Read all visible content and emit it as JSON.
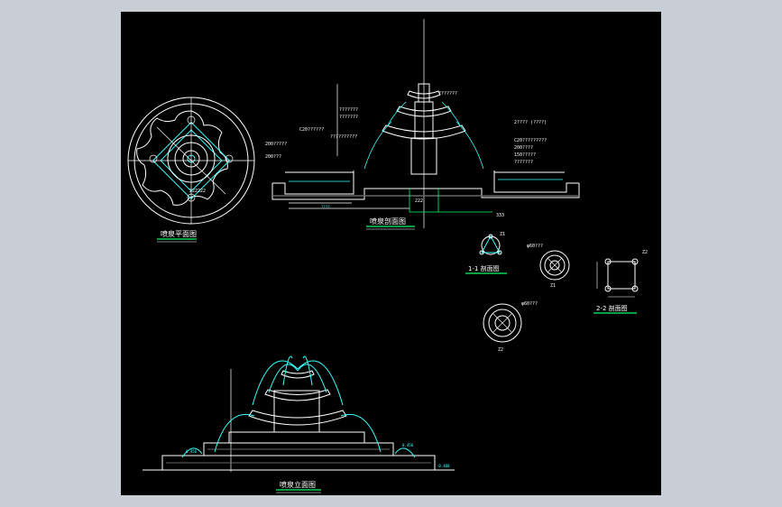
{
  "colors": {
    "background_outer": "#c9ced6",
    "canvas": "#000000",
    "line_white": "#ffffff",
    "line_cyan": "#33ffff",
    "line_green": "#00ff66",
    "line_yellow": "#ffff33"
  },
  "titles": {
    "plan": "喷泉平面图",
    "section": "喷泉剖面图",
    "elevation": "喷泉立面图",
    "section_1_1": "1-1 剖面图",
    "section_2_2": "2-2 剖面图",
    "z1": "Z1",
    "z2": "Z2"
  },
  "annotations": {
    "sec_top": "???????",
    "sec_left_1": "???????",
    "sec_left_2": "???????",
    "sec_left_3": "C20??????",
    "sec_left_4": "??????????",
    "sec_left_5": "200?????",
    "sec_left_6": "200???",
    "sec_right_1": "2???? (????)",
    "sec_right_2": "C20?????????",
    "sec_right_3": "200????",
    "sec_right_4": "150?????",
    "sec_right_5": "???????",
    "sec_dim": "????",
    "sec_333": "333",
    "sec_222": "222",
    "plan_tag": "222222",
    "z1_label": "Z1",
    "z2_label": "Z2",
    "d60_a": "φ60???",
    "d60_b": "φ60???",
    "elev_lvl_l": "0.450",
    "elev_lvl_r": "0.450",
    "elev_lvl_end": "-0.400"
  }
}
